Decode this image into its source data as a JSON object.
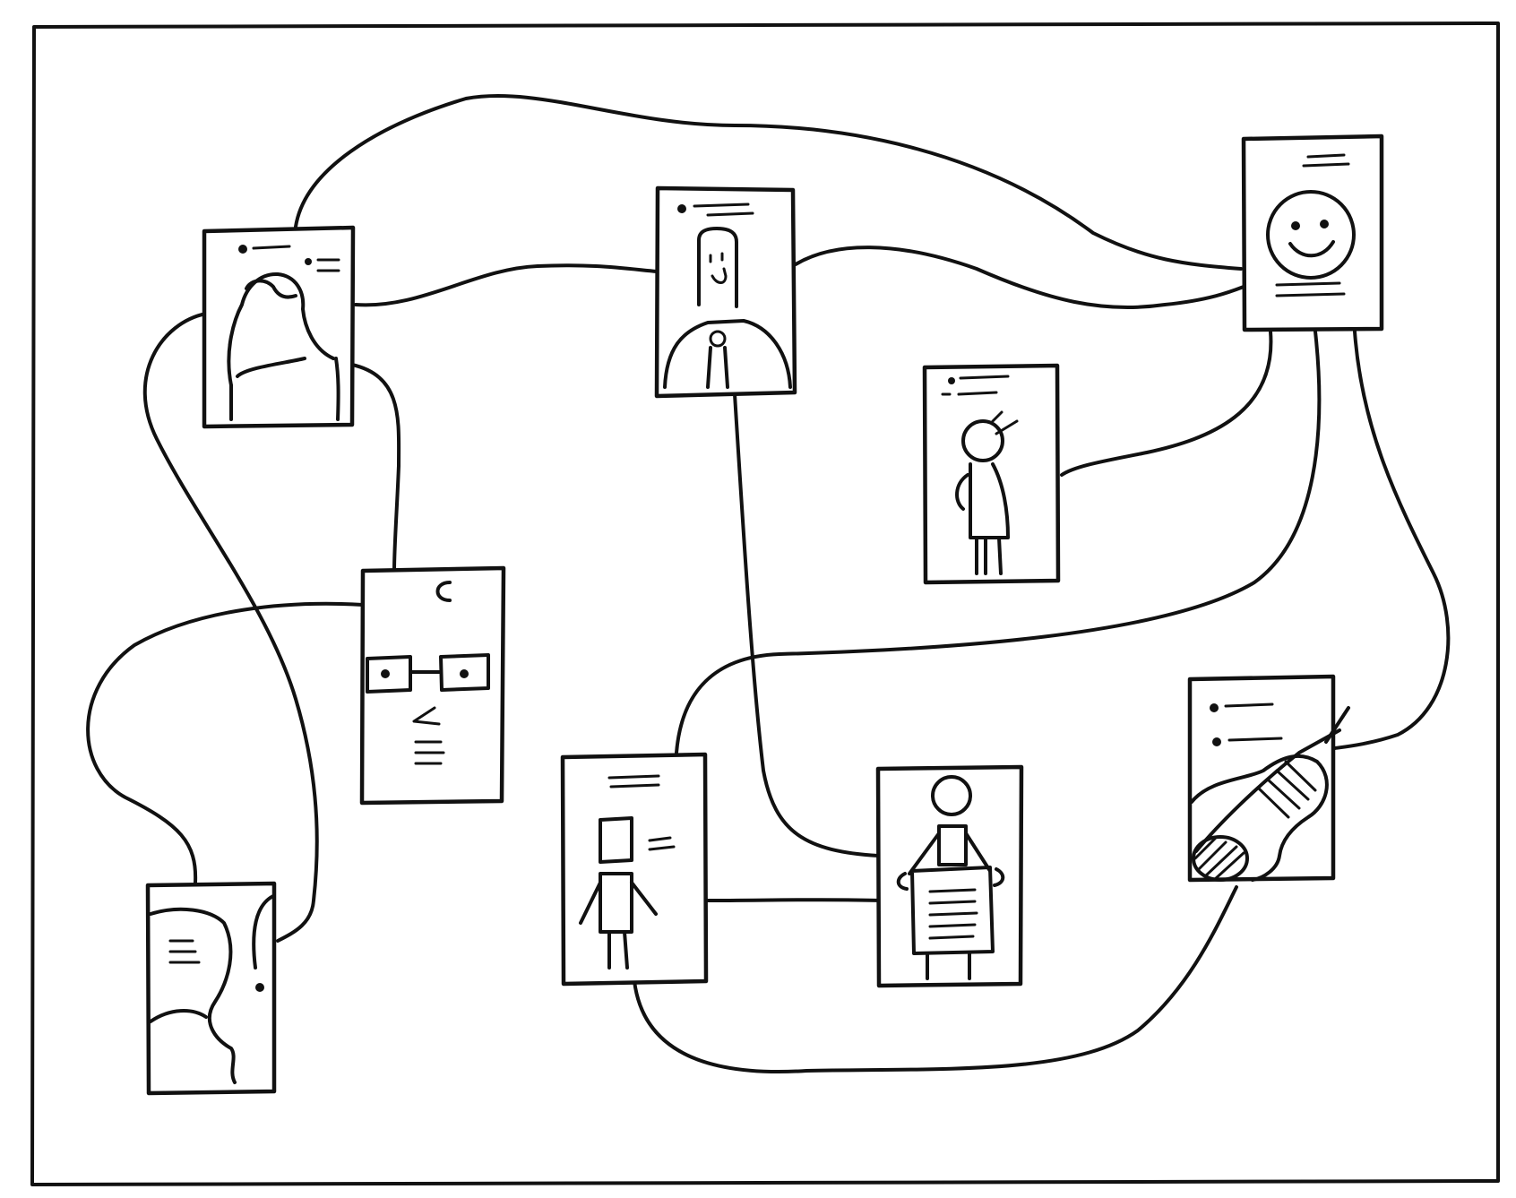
{
  "diagram": {
    "kind": "hand-drawn network of profile cards",
    "ink_color": "#111111",
    "paper_color": "#ffffff",
    "cards": [
      {
        "id": "woman-long-hair",
        "icon": "woman-portrait-icon"
      },
      {
        "id": "man-tie",
        "icon": "man-with-tie-icon"
      },
      {
        "id": "smiley",
        "icon": "smiley-face-icon"
      },
      {
        "id": "child-back",
        "icon": "child-figure-icon"
      },
      {
        "id": "glasses-face",
        "icon": "glasses-face-icon"
      },
      {
        "id": "side-profile",
        "icon": "side-profile-icon"
      },
      {
        "id": "robot-figure",
        "icon": "block-figure-icon"
      },
      {
        "id": "person-sign",
        "icon": "person-holding-sign-icon"
      },
      {
        "id": "guitar",
        "icon": "guitar-icon"
      }
    ],
    "connections": [
      [
        "woman-long-hair",
        "smiley"
      ],
      [
        "woman-long-hair",
        "man-tie"
      ],
      [
        "man-tie",
        "smiley"
      ],
      [
        "woman-long-hair",
        "glasses-face"
      ],
      [
        "woman-long-hair",
        "side-profile"
      ],
      [
        "glasses-face",
        "side-profile"
      ],
      [
        "man-tie",
        "person-sign"
      ],
      [
        "smiley",
        "child-back"
      ],
      [
        "smiley",
        "robot-figure"
      ],
      [
        "smiley",
        "guitar"
      ],
      [
        "robot-figure",
        "person-sign"
      ],
      [
        "robot-figure",
        "guitar"
      ]
    ]
  }
}
